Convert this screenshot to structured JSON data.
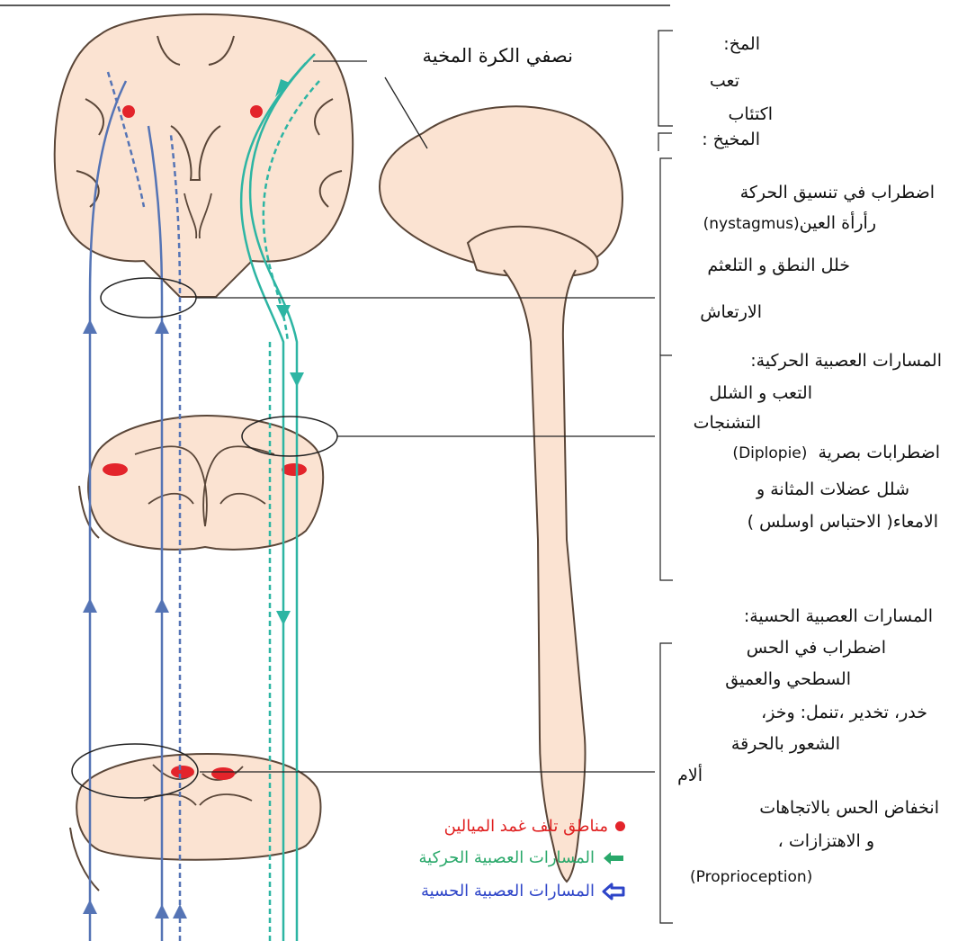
{
  "header_label": "نصفي الكرة المخية",
  "brain": {
    "heading": "المخ:",
    "items": [
      "تعب",
      "اكتئاب"
    ]
  },
  "cerebellum": {
    "heading": "المخيخ :",
    "line1": "اضطراب في تنسيق الحركة",
    "line2_prefix": "(nystagmus)",
    "line2_main": "رأرأة العين",
    "line3": "خلل النطق و التلعثم",
    "line4": "الارتعاش"
  },
  "motor": {
    "heading": "المسارات العصبية الحركية:",
    "line1": "التعب و الشلل",
    "line2": "التشنجات",
    "line3_prefix": "(Diplopie)",
    "line3_main": "اضطرابات بصرية",
    "line4": "شلل عضلات المثانة و",
    "line5": "الامعاء( الاحتباس اوسلس )"
  },
  "sensory": {
    "heading": "المسارات العصبية الحسية:",
    "line1": "اضطراب في الحس",
    "line2": "السطحي والعميق",
    "line3": "خدر، تخدير ،تنمل: وخز،",
    "line4": "الشعور بالحرقة",
    "line5": "ألام",
    "line6": "انخفاض الحس بالاتجاهات",
    "line7": "و الاهتزازات ،",
    "line8": "(Proprioception)"
  },
  "legend": {
    "demyelination": "مناطق تلف غمد الميالين",
    "motor": "المسارات العصبية الحركية",
    "sensory": "المسارات العصبية الحسية"
  },
  "colors": {
    "tissue": "#fbe3d2",
    "tissue_outline": "#5a4638",
    "sensory_path": "#5574b5",
    "motor_path": "#2db5a3",
    "lesion": "#e3242b",
    "legend_red": "#e02020",
    "legend_green": "#29a86a",
    "legend_blue": "#2d44c8"
  }
}
